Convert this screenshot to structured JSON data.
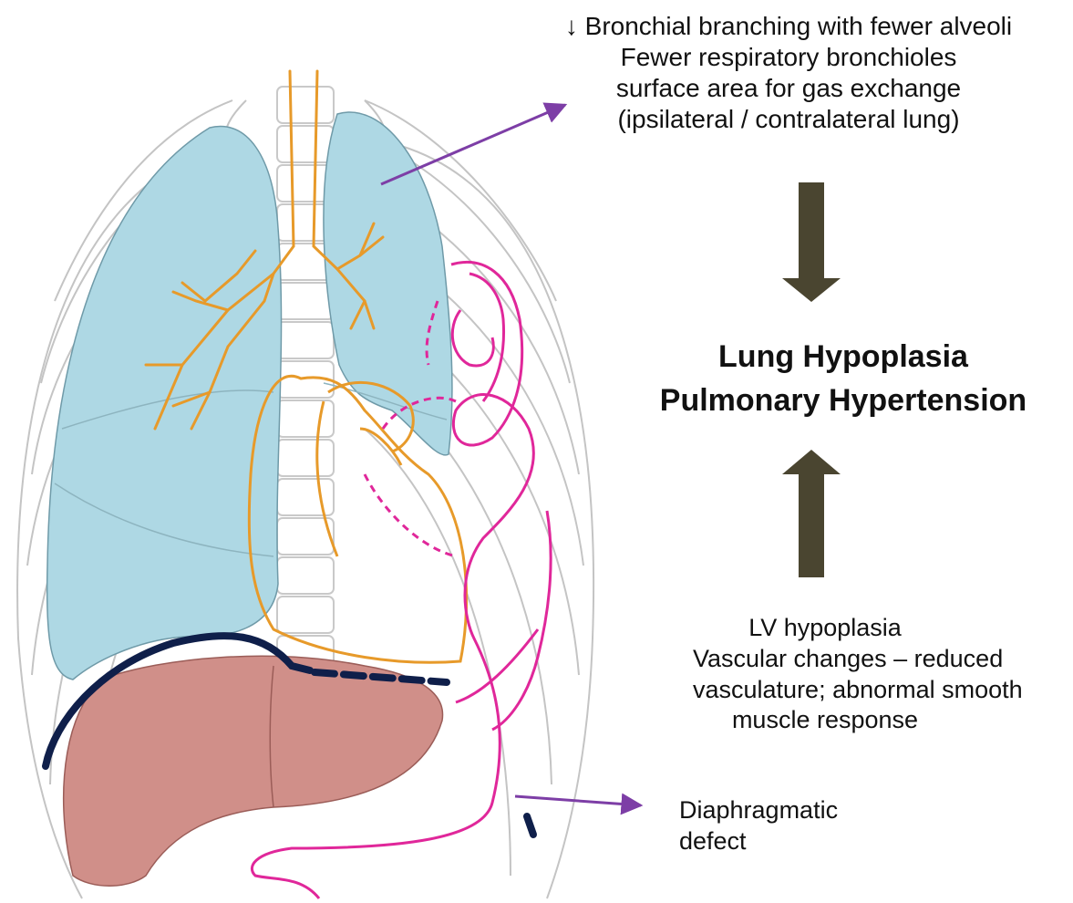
{
  "top_text": {
    "lines": [
      "↓ Bronchial branching with fewer alveoli",
      "Fewer respiratory bronchioles",
      "surface area for gas exchange",
      "(ipsilateral / contralateral lung)"
    ]
  },
  "center_text": {
    "line1": "Lung Hypoplasia",
    "line2": "Pulmonary Hypertension"
  },
  "bottom_text": {
    "lines": [
      "LV hypoplasia",
      "Vascular changes – reduced",
      "vasculature; abnormal smooth",
      "muscle response"
    ]
  },
  "defect_label": {
    "lines": [
      "Diaphragmatic",
      "defect"
    ]
  },
  "colors": {
    "lung": "#aed8e4",
    "liver": "#d08f89",
    "airway": "#e79a2a",
    "bowel": "#e0279a",
    "diaphragm": "#0f1f4a",
    "pointer_arrow": "#7d3ea6",
    "block_arrow": "#4a4530",
    "rib_line": "#c4c4c4"
  }
}
